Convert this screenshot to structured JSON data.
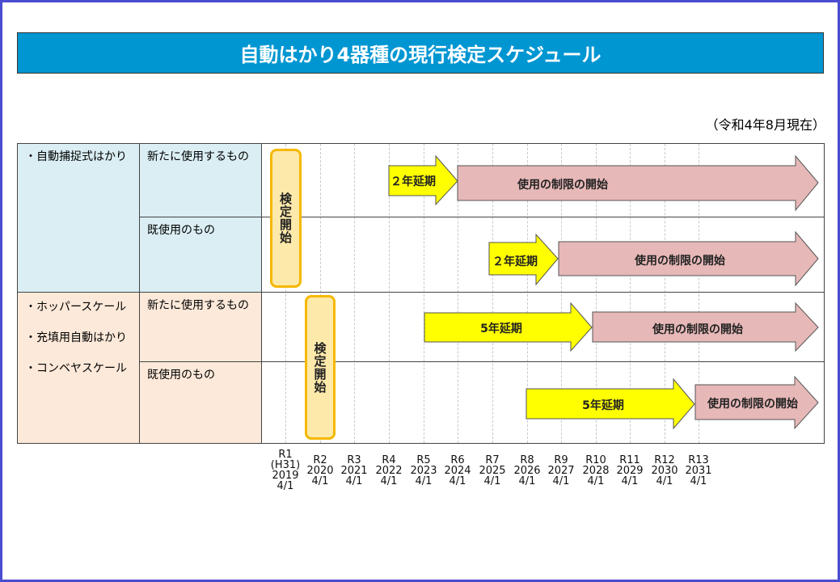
{
  "title": "自動はかり4器種の現行検定スケジュール",
  "as_of": "（令和4年8月現在）",
  "groups": [
    {
      "labels": [
        "・自動捕捉式はかり"
      ],
      "rows": [
        "新たに使用するもの",
        "既使用のもの"
      ]
    },
    {
      "labels": [
        "・ホッパースケール",
        "・充填用自動はかり",
        "・コンベヤスケール"
      ],
      "rows": [
        "新たに使用するもの",
        "既使用のもの"
      ]
    }
  ],
  "inspection_start": "検定開始",
  "extension_2": "２年延期",
  "extension_5": "5年延期",
  "restriction": "使用の制限の開始",
  "ticks": [
    {
      "l1": "R1",
      "l2": "(H31)",
      "l3": "2019",
      "l4": "4/1"
    },
    {
      "l1": "R2",
      "l2": "2020",
      "l3": "4/1"
    },
    {
      "l1": "R3",
      "l2": "2021",
      "l3": "4/1"
    },
    {
      "l1": "R4",
      "l2": "2022",
      "l3": "4/1"
    },
    {
      "l1": "R5",
      "l2": "2023",
      "l3": "4/1"
    },
    {
      "l1": "R6",
      "l2": "2024",
      "l3": "4/1"
    },
    {
      "l1": "R7",
      "l2": "2025",
      "l3": "4/1"
    },
    {
      "l1": "R8",
      "l2": "2026",
      "l3": "4/1"
    },
    {
      "l1": "R9",
      "l2": "2027",
      "l3": "4/1"
    },
    {
      "l1": "R10",
      "l2": "2028",
      "l3": "4/1"
    },
    {
      "l1": "R11",
      "l2": "2029",
      "l3": "4/1"
    },
    {
      "l1": "R12",
      "l2": "2030",
      "l3": "4/1"
    },
    {
      "l1": "R13",
      "l2": "2031",
      "l3": "4/1"
    }
  ],
  "colors": {
    "title": "#0096d2",
    "yellow": "#ffff00",
    "pink": "#e6b8b7",
    "blue_bg": "#daeef3",
    "orange_bg": "#fde9d9",
    "pill": "#fde9a9"
  }
}
